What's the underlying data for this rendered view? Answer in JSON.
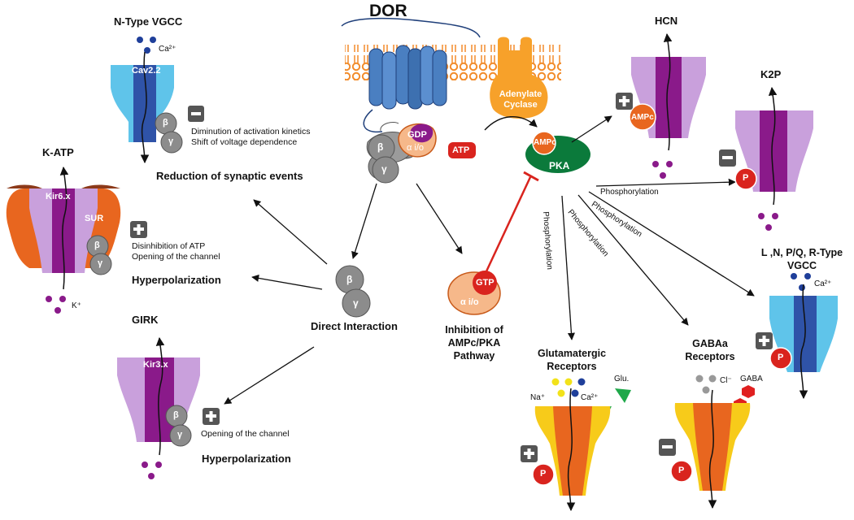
{
  "title": "DOR",
  "colors": {
    "receptor_blue": "#4a7fc1",
    "membrane_orange": "#f28b2a",
    "adenylate_orange": "#f7a12a",
    "pka_green": "#0b7a3b",
    "inhibition_red": "#d9241e",
    "kir_purple": "#8a1a8a",
    "light_purple": "#c9a0dc",
    "vgcc_light_blue": "#5fc4ea",
    "vgcc_dark_blue": "#2f53a8",
    "sur_orange": "#e8661f",
    "glut_yellow": "#f7cb1a",
    "gray_subunit": "#8c8c8c"
  },
  "center": {
    "adenylate_cyclase": "Adenylate Cyclase",
    "gdp": "GDP",
    "alpha_io": "α i/o",
    "beta": "β",
    "gamma": "γ",
    "atp": "ATP",
    "ampc": "AMPc",
    "pka": "PKA",
    "gtp": "GTP",
    "gtp_alpha": "α i/o",
    "direct_beta": "β",
    "direct_gamma": "γ",
    "direct_interaction": "Direct Interaction",
    "inhibition_label": "Inhibition of AMPc/PKA Pathway"
  },
  "n_type": {
    "title": "N-Type VGCC",
    "ion": "Ca²⁺",
    "channel": "Cav2.2",
    "beta": "β",
    "gamma": "γ",
    "sign": "minus",
    "effect_line1": "Diminution of activation kinetics",
    "effect_line2": "Shift of voltage dependence",
    "result": "Reduction of synaptic events"
  },
  "katp": {
    "title": "K-ATP",
    "channel": "Kir6.x",
    "sur": "SUR",
    "beta": "β",
    "gamma": "γ",
    "ion": "K⁺",
    "sign": "plus",
    "effect_line1": "Disinhibition of ATP",
    "effect_line2": "Opening of the channel",
    "result": "Hyperpolarization"
  },
  "girk": {
    "title": "GIRK",
    "channel": "Kir3.x",
    "beta": "β",
    "gamma": "γ",
    "sign": "plus",
    "effect": "Opening of the channel",
    "result": "Hyperpolarization"
  },
  "hcn": {
    "title": "HCN",
    "ampc": "AMPc",
    "sign": "plus"
  },
  "k2p": {
    "title": "K2P",
    "p": "P",
    "sign": "minus"
  },
  "vgcc": {
    "title": "L ,N, P/Q, R-Type VGCC",
    "ion": "Ca²⁺",
    "p": "P",
    "sign": "plus"
  },
  "glut": {
    "title": "Glutamatergic Receptors",
    "na": "Na⁺",
    "ca": "Ca²⁺",
    "glu": "Glu.",
    "p": "P",
    "sign": "plus"
  },
  "gaba": {
    "title": "GABAa Receptors",
    "cl": "Cl⁻",
    "gaba": "GABA",
    "p": "P",
    "sign": "minus"
  },
  "arrows": {
    "phos_k2p": "Phosphorylation",
    "phos_vgcc": "Phosphorylation",
    "phos_gaba": "Phosphorylation",
    "phos_glut": "Phosphorylation"
  }
}
